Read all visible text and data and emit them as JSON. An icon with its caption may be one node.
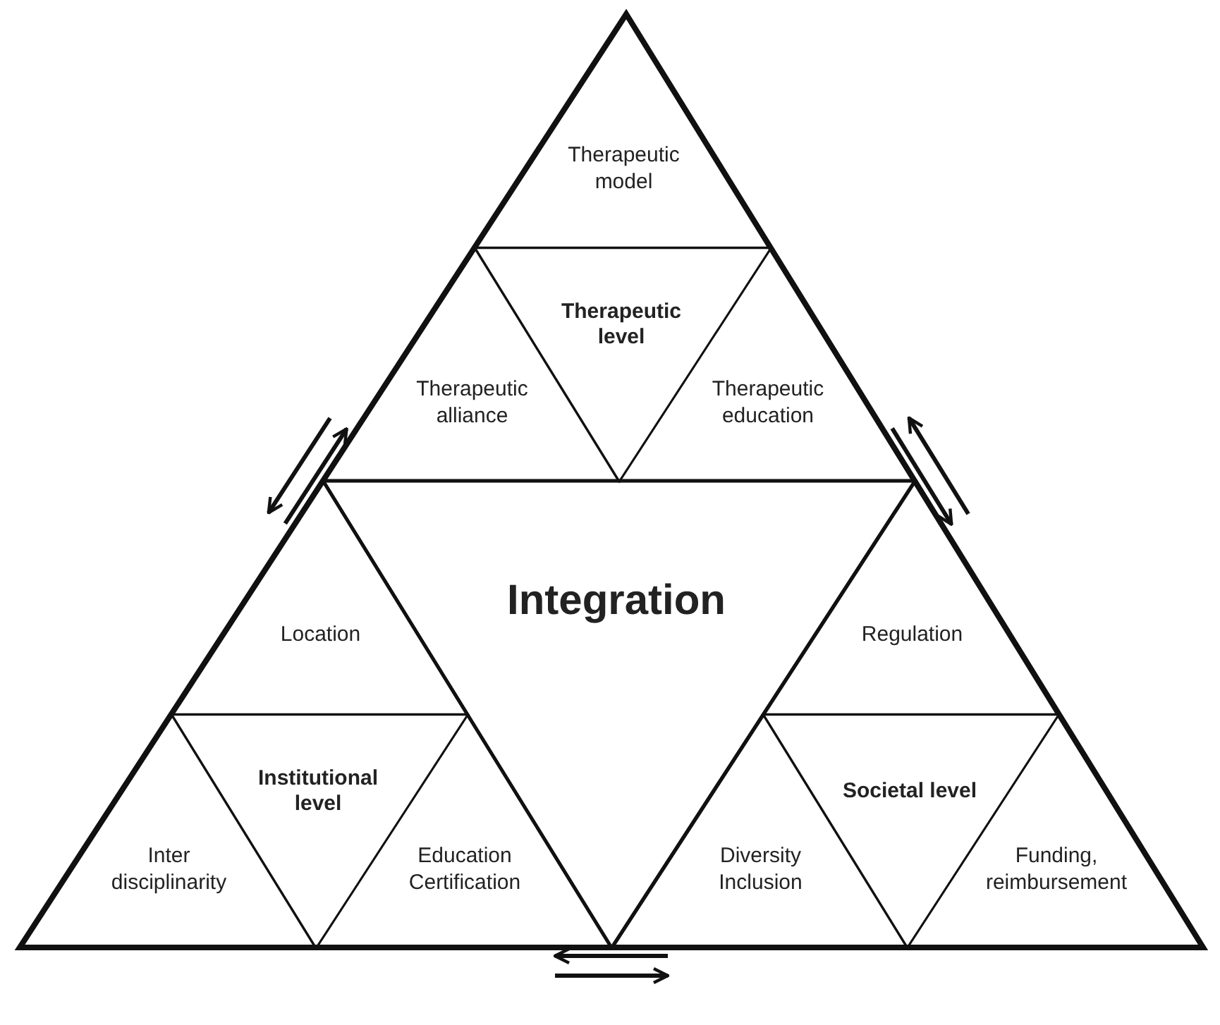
{
  "diagram": {
    "nodes": [
      {
        "text": [],
        "shape": "triangle"
      },
      {
        "text": [],
        "shape": "triangle",
        "in": 0
      },
      {
        "text": [
          "Therapeutic model"
        ],
        "in": 1
      },
      {
        "text": [
          "Therapeutic level"
        ],
        "in": 1
      },
      {
        "text": [
          "Therapeutic alliance"
        ],
        "in": 1
      },
      {
        "text": [
          "Therapeutic education"
        ],
        "in": 1
      },
      {
        "text": [
          "Integration"
        ],
        "in": 0
      },
      {
        "text": [],
        "shape": "triangle",
        "in": 0
      },
      {
        "text": [
          "Location"
        ],
        "in": 7
      },
      {
        "text": [
          "Institutional level"
        ],
        "in": 7
      },
      {
        "text": [
          "Inter disciplinarity"
        ],
        "in": 7
      },
      {
        "text": [
          "Education Certification"
        ],
        "in": 7
      },
      {
        "text": [],
        "shape": "triangle",
        "in": 0
      },
      {
        "text": [
          "Regulation"
        ],
        "in": 12
      },
      {
        "text": [
          "Societal level"
        ],
        "in": 12
      },
      {
        "text": [
          "Diversity Inclusion"
        ],
        "in": 12
      },
      {
        "text": [
          "Funding, reimbursement"
        ],
        "in": 12
      }
    ],
    "edges": [
      {
        "from": 4,
        "to": 8,
        "arrow": "to"
      },
      {
        "from": 8,
        "to": 4,
        "arrow": "to"
      },
      {
        "from": 5,
        "to": 13,
        "arrow": "to"
      },
      {
        "from": 13,
        "to": 5,
        "arrow": "to"
      },
      {
        "from": 15,
        "to": 11,
        "arrow": "to"
      },
      {
        "from": 11,
        "to": 15,
        "arrow": "to"
      }
    ]
  }
}
